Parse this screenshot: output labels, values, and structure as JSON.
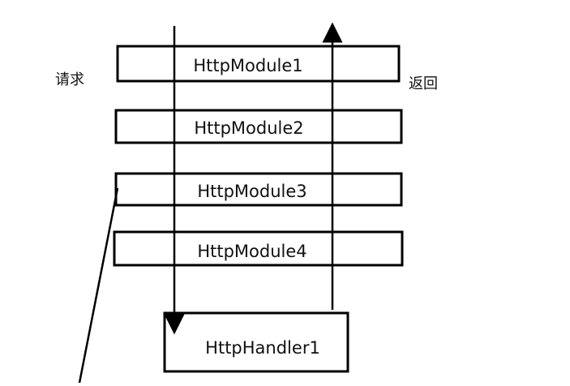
{
  "labels": {
    "request": "请求",
    "response": "返回"
  },
  "modules": [
    {
      "label": "HttpModule1"
    },
    {
      "label": "HttpModule2"
    },
    {
      "label": "HttpModule3"
    },
    {
      "label": "HttpModule4"
    }
  ],
  "handler": {
    "label": "HttpHandler1"
  },
  "colors": {
    "stroke": "#000000",
    "text": "#111111",
    "background": "#ffffff"
  }
}
